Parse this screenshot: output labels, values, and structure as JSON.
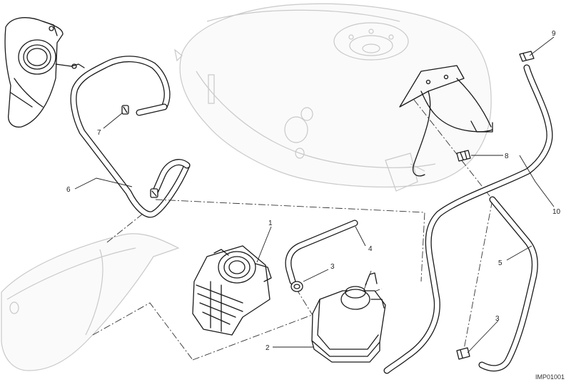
{
  "callouts": [
    {
      "id": "c1",
      "text": "1"
    },
    {
      "id": "c2",
      "text": "2"
    },
    {
      "id": "c3a",
      "text": "3"
    },
    {
      "id": "c3b",
      "text": "3"
    },
    {
      "id": "c4",
      "text": "4"
    },
    {
      "id": "c5",
      "text": "5"
    },
    {
      "id": "c6",
      "text": "6"
    },
    {
      "id": "c7",
      "text": "7"
    },
    {
      "id": "c8",
      "text": "8"
    },
    {
      "id": "c9",
      "text": "9"
    },
    {
      "id": "c10",
      "text": "10"
    }
  ],
  "drawing_code": "IMP01001"
}
